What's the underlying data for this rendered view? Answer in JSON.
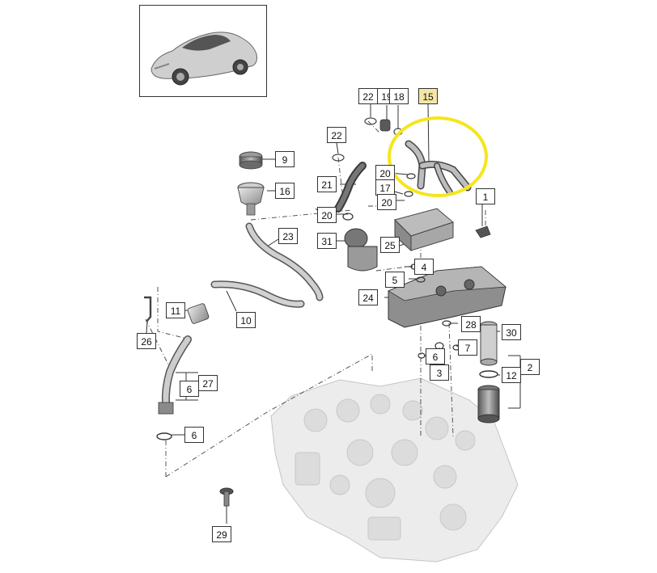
{
  "diagram": {
    "highlight_color": "#f4e61c",
    "highlight_box_color": "#f4e6a6",
    "selected_part": "15",
    "callouts": {
      "c1": "1",
      "c2": "2",
      "c3": "3",
      "c4": "4",
      "c5": "5",
      "c6a": "6",
      "c6b": "6",
      "c6c": "6",
      "c7": "7",
      "c9": "9",
      "c10": "10",
      "c11": "11",
      "c12": "12",
      "c15": "15",
      "c16": "16",
      "c17": "17",
      "c18": "18",
      "c19": "19",
      "c20a": "20",
      "c20b": "20",
      "c20c": "20",
      "c21": "21",
      "c22a": "22",
      "c22b": "22",
      "c23": "23",
      "c24": "24",
      "c25": "25",
      "c26": "26",
      "c27": "27",
      "c28": "28",
      "c29": "29",
      "c30": "30",
      "c31": "31"
    }
  }
}
